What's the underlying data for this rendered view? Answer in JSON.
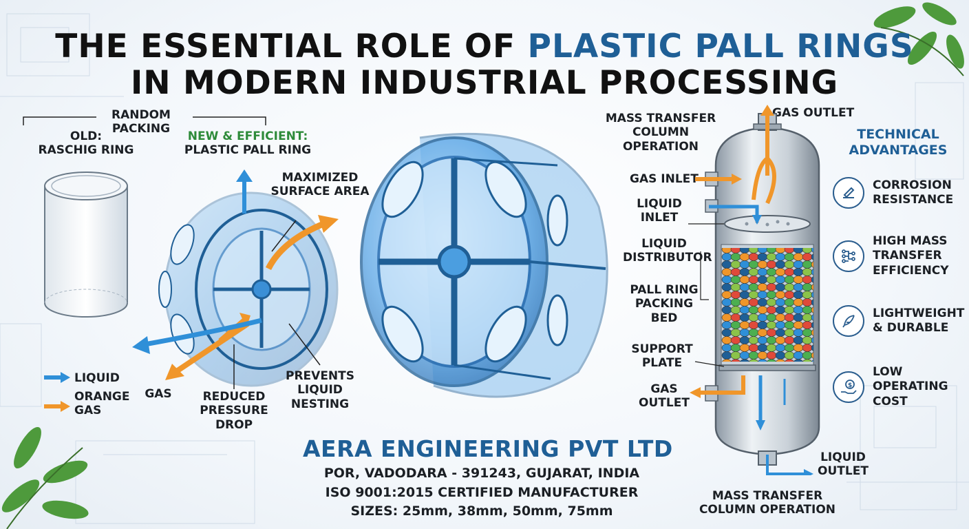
{
  "title": {
    "line1_prefix": "THE ESSENTIAL ROLE OF ",
    "line1_highlight": "PLASTIC PALL RINGS",
    "line2": "IN MODERN INDUSTRIAL PROCESSING"
  },
  "left_panel": {
    "heading": "RANDOM PACKING",
    "old_label": "OLD:",
    "old_name": "RASCHIG RING",
    "new_label": "NEW & EFFICIENT:",
    "new_name": "PLASTIC PALL RING",
    "callouts": {
      "surface": "MAXIMIZED SURFACE AREA",
      "pressure": "REDUCED PRESSURE DROP",
      "nesting": "PREVENTS LIQUID NESTING",
      "gas": "GAS"
    },
    "legend": {
      "liquid": "LIQUID",
      "gas": "ORANGE GAS"
    }
  },
  "column": {
    "title": "MASS TRANSFER COLUMN OPERATION",
    "gas_outlet_top": "GAS OUTLET",
    "gas_inlet": "GAS INLET",
    "liquid_inlet": "LIQUID INLET",
    "liquid_distributor": "LIQUID DISTRIBUTOR",
    "packing_bed": "PALL RING PACKING BED",
    "support_plate": "SUPPORT PLATE",
    "gas_outlet_bottom": "GAS OUTLET",
    "liquid_outlet": "LIQUID OUTLET",
    "bottom_caption": "MASS TRANSFER COLUMN OPERATION"
  },
  "advantages": {
    "title": "TECHNICAL ADVANTAGES",
    "items": [
      {
        "label": "CORROSION RESISTANCE",
        "icon": "corrosion-icon"
      },
      {
        "label": "HIGH MASS TRANSFER EFFICIENCY",
        "icon": "circuit-icon"
      },
      {
        "label": "LIGHTWEIGHT & DURABLE",
        "icon": "feather-icon"
      },
      {
        "label": "LOW OPERATING COST",
        "icon": "coin-hand-icon"
      }
    ]
  },
  "company": {
    "name": "AERA ENGINEERING PVT LTD",
    "address": "POR, VADODARA - 391243, GUJARAT, INDIA",
    "certification": "ISO 9001:2015 CERTIFIED MANUFACTURER",
    "sizes": "SIZES: 25mm, 38mm, 50mm, 75mm"
  },
  "colors": {
    "liquid": "#2f8fd8",
    "gas": "#f0962a",
    "brand_blue": "#1f5f96",
    "green": "#2e8b3a"
  }
}
